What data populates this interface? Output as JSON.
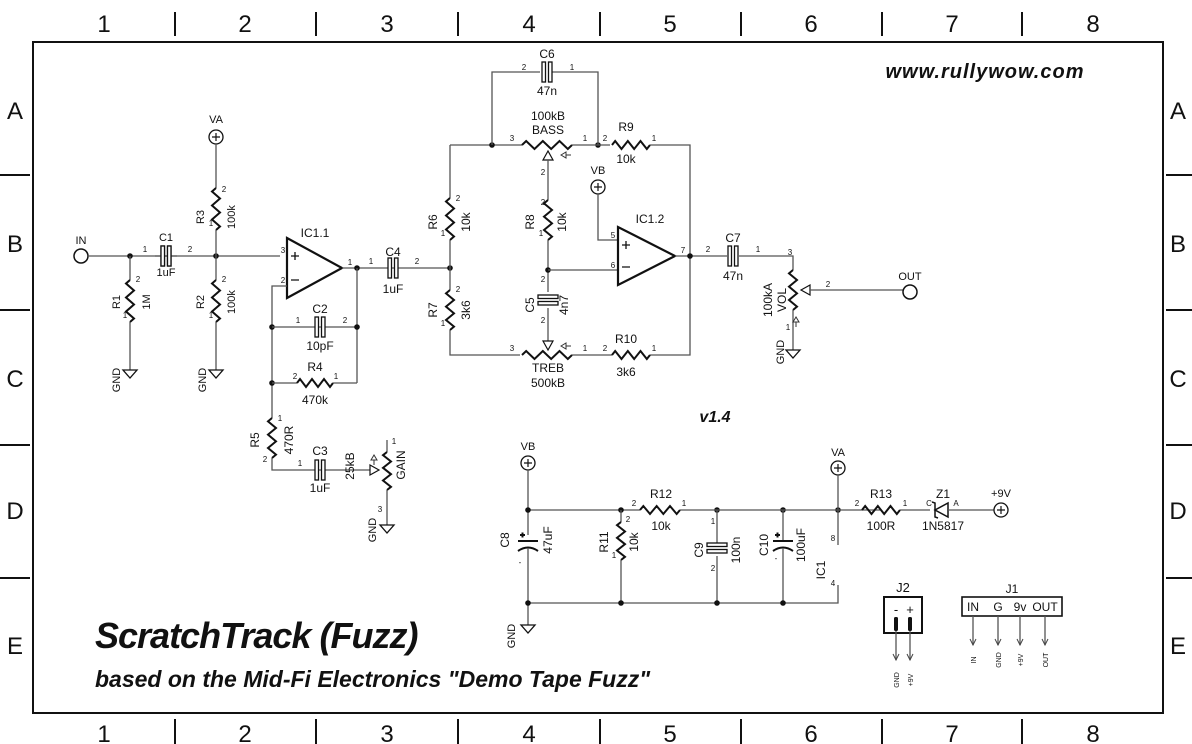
{
  "title": {
    "main": "ScratchTrack (Fuzz)",
    "sub": "based on the Mid-Fi Electronics \"Demo Tape Fuzz\""
  },
  "website": "www.rullywow.com",
  "version": "v1.4",
  "grid": {
    "columns": [
      "1",
      "2",
      "3",
      "4",
      "5",
      "6",
      "7",
      "8"
    ],
    "rows": [
      "A",
      "B",
      "C",
      "D",
      "E"
    ]
  },
  "nets": {
    "in": "IN",
    "out": "OUT",
    "va": "VA",
    "vb": "VB",
    "gnd": "GND",
    "v9": "+9V"
  },
  "components": {
    "C1": {
      "ref": "C1",
      "value": "1uF",
      "pins": [
        "1",
        "2"
      ]
    },
    "R1": {
      "ref": "R1",
      "value": "1M",
      "pins": [
        "2",
        "1"
      ]
    },
    "R2": {
      "ref": "R2",
      "value": "100k",
      "pins": [
        "2",
        "1"
      ]
    },
    "R3": {
      "ref": "R3",
      "value": "100k",
      "pins": [
        "2",
        "1"
      ]
    },
    "IC1_1": {
      "ref": "IC1.1",
      "pins": [
        "3",
        "2",
        "1"
      ]
    },
    "C2": {
      "ref": "C2",
      "value": "10pF",
      "pins": [
        "1",
        "2"
      ]
    },
    "R4": {
      "ref": "R4",
      "value": "470k",
      "pins": [
        "2",
        "1"
      ]
    },
    "R5": {
      "ref": "R5",
      "value": "470R",
      "pins": [
        "1",
        "2"
      ]
    },
    "C3": {
      "ref": "C3",
      "value": "1uF",
      "pins": [
        "1"
      ]
    },
    "GAIN": {
      "ref": "GAIN",
      "value": "25kB",
      "pins": [
        "1",
        "3"
      ]
    },
    "C4": {
      "ref": "C4",
      "value": "1uF",
      "pins": [
        "1",
        "2"
      ]
    },
    "R6": {
      "ref": "R6",
      "value": "10k",
      "pins": [
        "2",
        "1"
      ]
    },
    "R7": {
      "ref": "R7",
      "value": "3k6",
      "pins": [
        "2",
        "1"
      ]
    },
    "C6": {
      "ref": "C6",
      "value": "47n",
      "pins": [
        "2",
        "1"
      ]
    },
    "BASS": {
      "ref": "BASS",
      "value": "100kB",
      "pins": [
        "3",
        "1",
        "2"
      ]
    },
    "R8": {
      "ref": "R8",
      "value": "10k",
      "pins": [
        "2",
        "1"
      ]
    },
    "C5": {
      "ref": "C5",
      "value": "4n7",
      "pins": [
        "2",
        "2"
      ]
    },
    "TREB": {
      "ref": "TREB",
      "value": "500kB",
      "pins": [
        "3",
        "1"
      ]
    },
    "R9": {
      "ref": "R9",
      "value": "10k",
      "pins": [
        "2",
        "1"
      ]
    },
    "R10": {
      "ref": "R10",
      "value": "3k6",
      "pins": [
        "2",
        "1"
      ]
    },
    "IC1_2": {
      "ref": "IC1.2",
      "pins": [
        "5",
        "6",
        "7"
      ]
    },
    "C7": {
      "ref": "C7",
      "value": "47n",
      "pins": [
        "2",
        "1"
      ]
    },
    "VOL": {
      "ref": "VOL",
      "value": "100kA",
      "pins": [
        "3",
        "2",
        "1"
      ]
    },
    "C8": {
      "ref": "C8",
      "value": "47uF",
      "pins": [
        "-"
      ]
    },
    "R11": {
      "ref": "R11",
      "value": "10k",
      "pins": [
        "2",
        "1"
      ]
    },
    "R12": {
      "ref": "R12",
      "value": "10k",
      "pins": [
        "2",
        "1"
      ]
    },
    "C9": {
      "ref": "C9",
      "value": "100n",
      "pins": [
        "1",
        "2"
      ]
    },
    "C10": {
      "ref": "C10",
      "value": "100uF",
      "pins": [
        "-"
      ]
    },
    "IC1": {
      "ref": "IC1",
      "pins": [
        "8",
        "4"
      ]
    },
    "R13": {
      "ref": "R13",
      "value": "100R",
      "pins": [
        "2",
        "1"
      ]
    },
    "Z1": {
      "ref": "Z1",
      "value": "1N5817",
      "pins": [
        "C",
        "A"
      ]
    },
    "J2": {
      "ref": "J2",
      "pins": [
        "-",
        "+"
      ],
      "outputs": [
        "GND",
        "+9V"
      ]
    },
    "J1": {
      "ref": "J1",
      "pins": [
        "IN",
        "G",
        "9v",
        "OUT"
      ],
      "outputs": [
        "IN",
        "GND",
        "+9V",
        "OUT"
      ]
    }
  }
}
